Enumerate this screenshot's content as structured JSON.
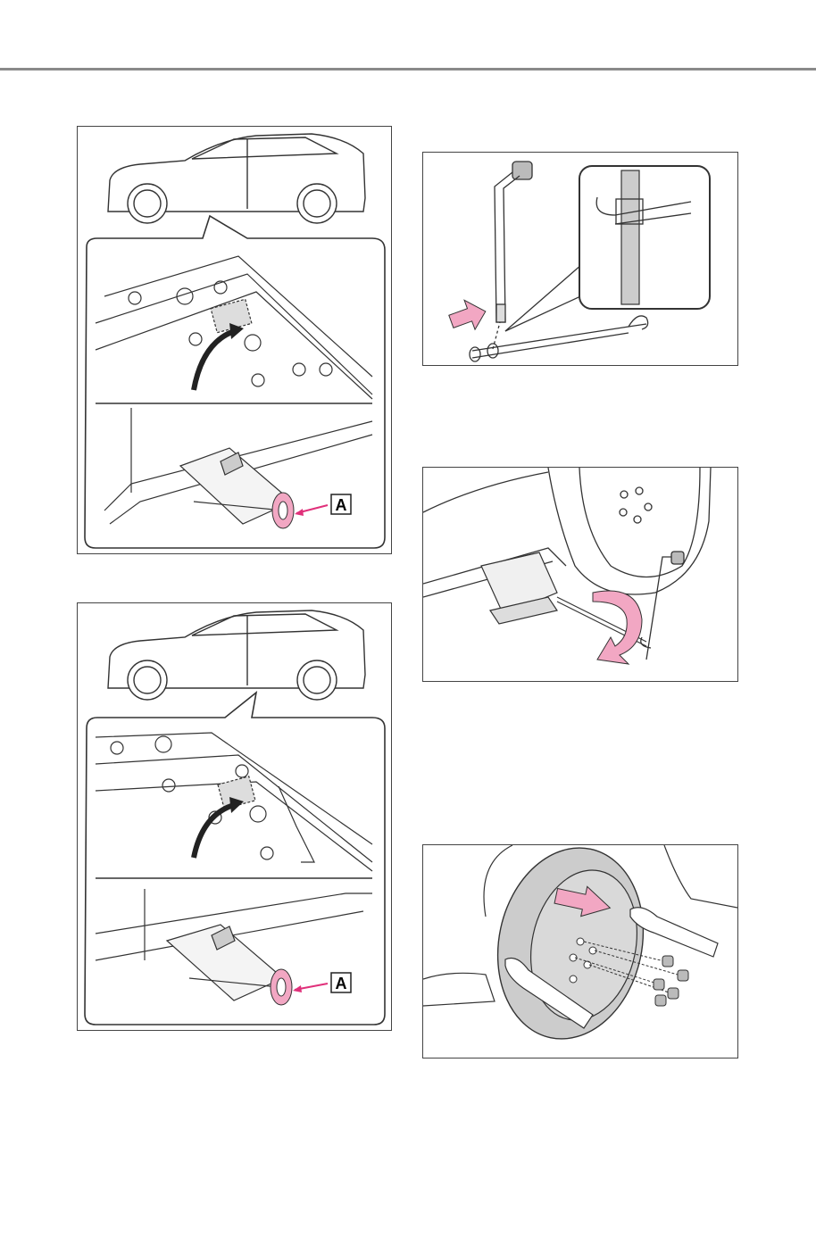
{
  "figures": [
    {
      "id": "front-jack-point",
      "callout": "A"
    },
    {
      "id": "rear-jack-point",
      "callout": "A"
    },
    {
      "id": "wrench-assembly"
    },
    {
      "id": "jack-raising"
    },
    {
      "id": "spare-tire-mounting"
    }
  ],
  "colors": {
    "accent": "#f2a7c3",
    "arrow": "#e0307a",
    "line": "#333333",
    "tire": "#cccccc",
    "rule": "#8a8a8a"
  }
}
